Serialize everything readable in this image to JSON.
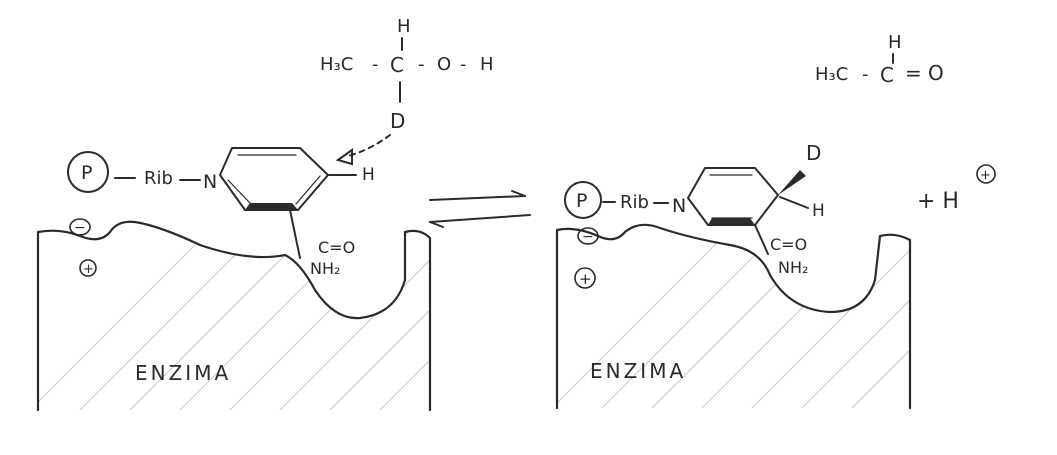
{
  "left_panel": {
    "substrate": {
      "methyl": "H₃C",
      "dash1": "-",
      "carbon": "C",
      "dash2": "-",
      "oxygen": "O",
      "dash3": "-",
      "hydroxyl_h": "H",
      "top_h": "H",
      "deuterium": "D"
    },
    "phosphate": "P",
    "ribose": "Rib",
    "nitrogen": "N",
    "ring_h": "H",
    "amide_o": "C=O",
    "amide_n": "NH₂",
    "minus_charge": "−",
    "plus_charge": "+",
    "enzyme_label": "ENZIMA"
  },
  "right_panel": {
    "product": {
      "methyl": "H₃C",
      "dash": "-",
      "carbon": "C",
      "double_bond": "=",
      "oxygen": "O",
      "top_h": "H"
    },
    "phosphate": "P",
    "ribose": "Rib",
    "nitrogen": "N",
    "deuterium": "D",
    "ring_h": "H",
    "amide_o": "C=O",
    "amide_n": "NH₂",
    "proton": "+ H",
    "proton_charge": "+",
    "minus_charge": "−",
    "plus_charge": "+",
    "enzyme_label": "ENZIMA"
  },
  "colors": {
    "ink": "#2b2b2b",
    "paper": "#ffffff",
    "hatch": "#c9c9c9"
  }
}
